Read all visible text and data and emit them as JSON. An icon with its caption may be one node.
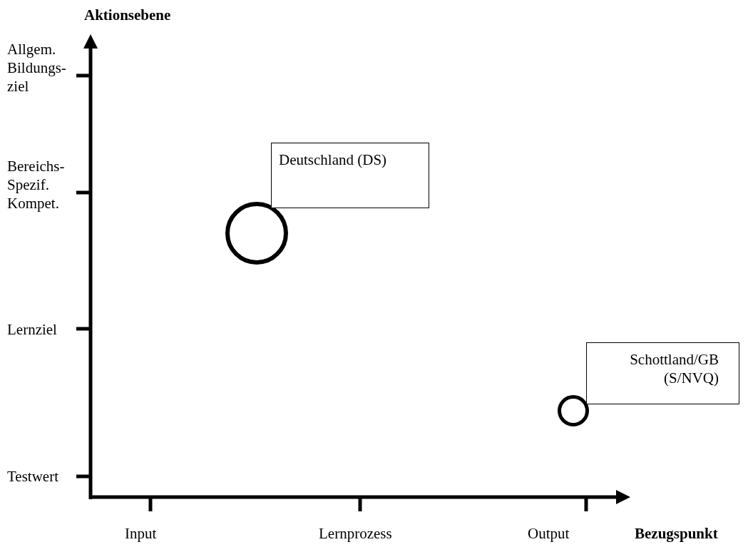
{
  "diagram": {
    "nodes": [
      {
        "text": [],
        "shape": "circle"
      },
      {
        "text": [
          "Deutschland (DS)"
        ]
      },
      {
        "text": [],
        "shape": "circle"
      },
      {
        "text": [
          "Schottland/GB (S/NVQ)"
        ]
      }
    ],
    "edges": [],
    "labels": [
      "Aktionsebene",
      "Allgem. Bildungs- ziel",
      "Bereichs- Spezif. Kompet.",
      "Lernziel",
      "Testwert",
      "Input",
      "Lernprozess",
      "Output",
      "Bezugspunkt"
    ]
  }
}
